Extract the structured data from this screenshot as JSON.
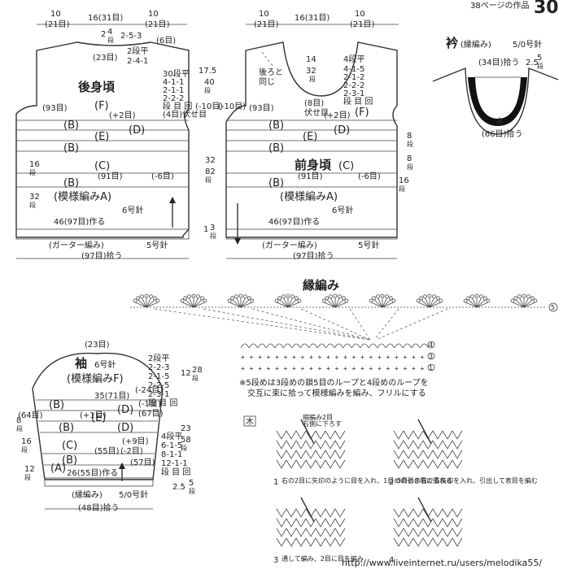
{
  "header": {
    "ref": "38ページの作品",
    "page_no": "30"
  },
  "back": {
    "title": "後身頃",
    "top_dims": [
      "10",
      "(21目)",
      "16(31目)",
      "10",
      "(21目)"
    ],
    "neck_rows": [
      "2",
      "4",
      "段",
      "2-5-3",
      "(6目)",
      "(23目)",
      "2段平",
      "2-4-1"
    ],
    "shoulder": [
      "30段平",
      "4-1-1",
      "2-1-1",
      "2-2-2",
      "段 目 回",
      "(4目)伏せ目"
    ],
    "side_marks": [
      "(-10目)",
      "17.5",
      "40",
      "段"
    ],
    "bands": [
      "(F)",
      "(B)",
      "(D)",
      "(E)",
      "(B)",
      "(C)",
      "(B)",
      "(模様編みA)"
    ],
    "stitch_notes": [
      "(93目)",
      "(+2目)",
      "(-6目)",
      "(91目)",
      "16",
      "段",
      "32",
      "段",
      "32",
      "82",
      "段",
      "8",
      "段",
      "8",
      "段"
    ],
    "needle": "6号針",
    "cast_on": "46(97目)作る",
    "garter": "(ガーター編み)",
    "garter_needle": "5号針",
    "pick": "(97目)拾う",
    "rows_bottom": [
      "1",
      "3",
      "段"
    ]
  },
  "front": {
    "title": "前身頃",
    "top_dims": [
      "10",
      "(21目)",
      "16(31目)",
      "10",
      "(21目)"
    ],
    "neck": [
      "14",
      "32",
      "段",
      "(8目)",
      "伏せ目",
      "後ろと",
      "同じ"
    ],
    "shoulder": [
      "4段平",
      "4-1-5",
      "2-1-2",
      "2-2-2",
      "2-3-1",
      "段 目 回"
    ],
    "side_marks": [
      "(-10目)"
    ],
    "bands": [
      "(F)",
      "(B)",
      "(D)",
      "(E)",
      "(B)",
      "(C)",
      "(B)",
      "(模様編みA)"
    ],
    "stitch_notes": [
      "(93目)",
      "(+2目)",
      "(-6目)",
      "(91目)",
      "16",
      "段"
    ],
    "needle": "6号針",
    "cast_on": "46(97目)作る",
    "garter": "(ガーター編み)",
    "garter_needle": "5号針",
    "pick": "(97目)拾う"
  },
  "collar": {
    "title": "衿",
    "subtitle": "(縁編み)",
    "needle": "5/0号針",
    "pick_top": "(34目)拾う",
    "rows": [
      "2.5",
      "5",
      "段"
    ],
    "pick_bottom": "(66目)拾う"
  },
  "edging": {
    "title": "縁編み",
    "marker": "5",
    "row_nums": [
      "4",
      "3",
      "1"
    ],
    "note1": "※5段めは3段めの鎖5目のループと4段めのループを",
    "note2": "交互に束に拾って模様編みを編み、フリルにする"
  },
  "sleeve": {
    "title": "袖",
    "needle": "6号針",
    "pattern": "(模様編みF)",
    "top": "(23目)",
    "cap": [
      "2段平",
      "2-2-3",
      "2-1-5",
      "2-2-5",
      "2-3-1",
      "段 目 回"
    ],
    "cap_rows": [
      "12",
      "28",
      "段"
    ],
    "row35": "35(71目)",
    "minus24": "(-24目)",
    "bands": [
      "(B)",
      "(D)",
      "(E)",
      "(D)",
      "(B)",
      "(C)",
      "(B)",
      "(A)"
    ],
    "notes": [
      "(64目)",
      "(+1目)",
      "(-1目)",
      "(67目)",
      "(+9目)",
      "(55目)",
      "(-2目)",
      "(57目)"
    ],
    "inc": [
      "4段平",
      "6-1-5",
      "8-1-1",
      "12-1-1",
      "段 目 回"
    ],
    "side_rows": [
      "23",
      "58",
      "段"
    ],
    "left_rows": [
      "16",
      "段",
      "12",
      "段",
      "8",
      "段"
    ],
    "bottom": "26(55目)作る",
    "edge": "(縁編み)",
    "edge_needle": "5/0号針",
    "pick": "(48目)拾う",
    "edge_rows": [
      "2.5",
      "5",
      "段"
    ]
  },
  "technique": {
    "symbol": "木",
    "step1": "右の2目に矢印のように目を入れ、1目めの引き目に重ねる",
    "step2": "3目めの右から矢印を入れ、引出して表目を編む",
    "step3": "通して編み、2目に目を編み",
    "step4": "",
    "n1": "1",
    "n2": "2",
    "n3": "3",
    "n4": "4",
    "tip": "縮編み2目",
    "tip2": "右側に下ろす"
  },
  "watermark": "http://www.liveinternet.ru/users/melodika55/"
}
